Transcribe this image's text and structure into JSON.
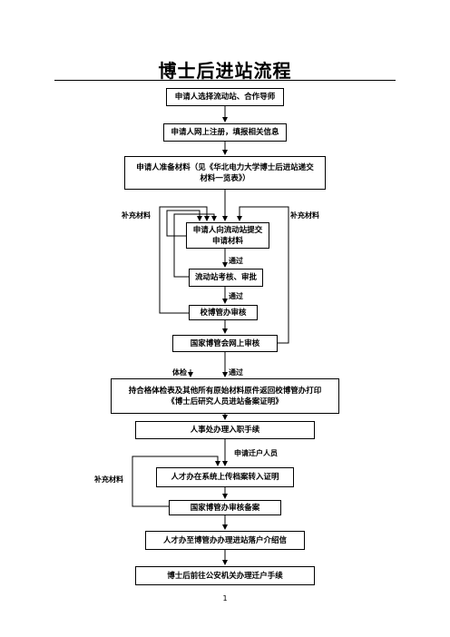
{
  "title": "博士后进站流程",
  "steps": {
    "s1": "申请人选择流动站、合作导师",
    "s2": "申请人网上注册，填报相关信息",
    "s3_line1": "申请人准备材料（见《华北电力大学博士后进站递交",
    "s3_line2": "材料一览表》）",
    "s4_line1": "申请人向流动站提交",
    "s4_line2": "申请材料",
    "s5": "流动站考核、审批",
    "s6": "校博管办审核",
    "s7": "国家博管会网上审核",
    "s8_line1": "持合格体检表及其他所有原始材料原件返回校博管办打印",
    "s8_line2": "《博士后研究人员进站备案证明》",
    "s9": "人事处办理入职手续",
    "s10": "人才办在系统上传档案转入证明",
    "s11": "国家博管办审核备案",
    "s12": "人才办至博管办办理进站落户介绍信",
    "s13": "博士后前往公安机关办理迁户手续"
  },
  "labels": {
    "supplement_left": "补充材料",
    "supplement_right": "补充材料",
    "pass1": "通过",
    "pass2": "通过",
    "physical": "体检",
    "pass3": "通过",
    "transfer": "申请迁户人员",
    "supplement_lower": "补充材料"
  },
  "page_number": "1"
}
